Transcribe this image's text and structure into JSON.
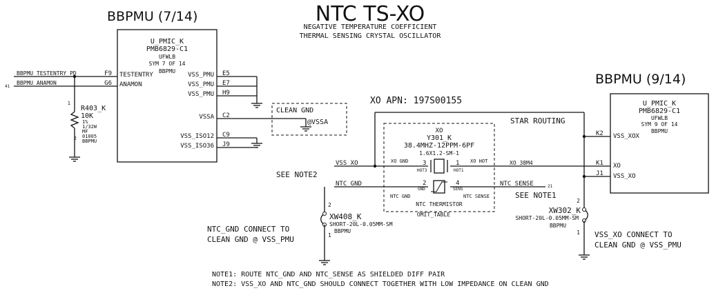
{
  "title": "NTC TS-XO",
  "subtitle_1": "NEGATIVE TEMPERATURE COEFFICIENT",
  "subtitle_2": "THERMAL SENSING CRYSTAL OSCILLATOR",
  "left_block": {
    "heading": "BBPMU (7/14)",
    "ref": "U_PMIC_K",
    "part": "PMB6829-C1",
    "package": "UFWLB",
    "sym": "SYM 7 OF 14",
    "domain": "BBPMU",
    "pins": [
      {
        "num": "F9",
        "name": "TESTENTRY",
        "net": "BBPMU_TESTENTRY_PD"
      },
      {
        "num": "G6",
        "name": "ANAMON",
        "net": "BBPMU_ANAMON"
      },
      {
        "num": "E5",
        "name": "VSS_PMU"
      },
      {
        "num": "E7",
        "name": "VSS_PMU"
      },
      {
        "num": "H9",
        "name": "VSS_PMU"
      },
      {
        "num": "C2",
        "name": "VSSA"
      },
      {
        "num": "C9",
        "name": "VSS_ISO12"
      },
      {
        "num": "J9",
        "name": "VSS_ISO36"
      }
    ],
    "sheet_ref": "41"
  },
  "resistor": {
    "ref": "R403_K",
    "value": "10K",
    "tol": "1%",
    "power": "1/32W",
    "type": "MF",
    "pkg": "01005",
    "domain": "BBPMU",
    "pin1": "1",
    "pin2": "2"
  },
  "clean_gnd": {
    "label": "CLEAN GND",
    "net": "@VSSA"
  },
  "xo": {
    "apn": "XO APN: 197S00155",
    "label": "XO",
    "ref": "Y301_K",
    "value": "38.4MHZ-12PPM-6PF",
    "pkg": "1.6X1.2-SM-1",
    "pin_xo_gnd": "XO GND",
    "pin_xo_hot": "XO HOT",
    "pin_hot3": "HOT3",
    "pin_hot1": "HOT1",
    "pin_gnd": "GND",
    "pin_sens": "SENS",
    "pin_ntc_gnd": "NTC GND",
    "pin_ntc_sense": "NTC SENSE",
    "thermistor": "NTC THERMISTOR",
    "omit": "OMIT_TABLE",
    "p3": "3",
    "p1": "1",
    "p2": "2",
    "p4": "4"
  },
  "star_routing": "STAR ROUTING",
  "right_block": {
    "heading": "BBPMU (9/14)",
    "ref": "U_PMIC_K",
    "part": "PMB6829-C1",
    "package": "UFWLB",
    "sym": "SYM 9 OF 14",
    "domain": "BBPMU",
    "pins": [
      {
        "num": "K2",
        "name": "VSS_XOX"
      },
      {
        "num": "K1",
        "name": "XO"
      },
      {
        "num": "J1",
        "name": "VSS_XO"
      }
    ]
  },
  "nets": {
    "vss_xo": "VSS_XO",
    "xo_38m4": "XO_38M4",
    "ntc_gnd": "NTC_GND",
    "ntc_sense": "NTC_SENSE",
    "ntc_sense_ref": "21"
  },
  "see_note2": "SEE NOTE2",
  "see_note1": "SEE NOTE1",
  "xw408": {
    "ref": "XW408_K",
    "pkg": "SHORT-20L-0.05MM-SM",
    "domain": "BBPMU",
    "p1": "1",
    "p2": "2"
  },
  "xw302": {
    "ref": "XW302_K",
    "pkg": "SHORT-20L-0.05MM-SM",
    "domain": "BBPMU",
    "p1": "1",
    "p2": "2"
  },
  "ntc_gnd_note": [
    "NTC_GND CONNECT TO",
    "CLEAN GND @ VSS_PMU"
  ],
  "vss_xo_note": [
    "VSS_XO CONNECT TO",
    "CLEAN GND @ VSS_PMU"
  ],
  "note1": "NOTE1: ROUTE NTC_GND AND NTC_SENSE AS SHIELDED DIFF PAIR",
  "note2": "NOTE2: VSS_XO AND NTC_GND SHOULD CONNECT TOGETHER WITH LOW IMPEDANCE ON CLEAN GND"
}
